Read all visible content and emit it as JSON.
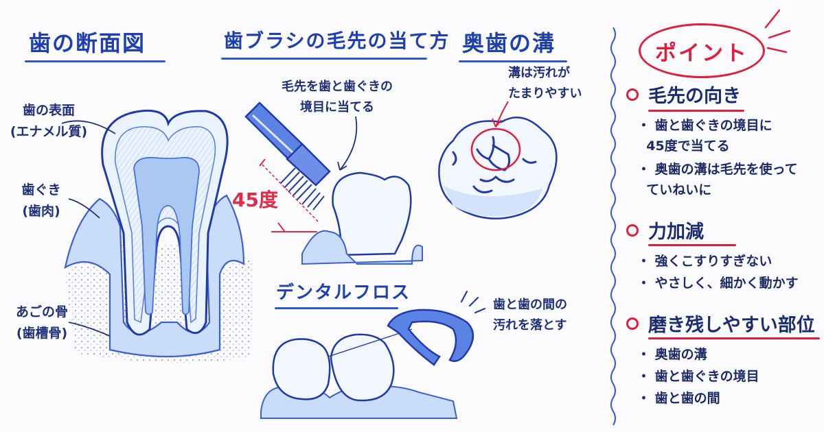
{
  "titles": {
    "tooth_cross_section": "歯の断面図",
    "brush_angle": "歯ブラシの毛先の当て方",
    "molar_groove": "奥歯の溝",
    "floss": "デンタルフロス"
  },
  "tooth_labels": {
    "enamel": "歯の表面\n(エナメル質)",
    "gum": "歯ぐき\n(歯肉)",
    "jawbone": "あごの骨\n(歯槽骨)"
  },
  "brush": {
    "note": "毛先を歯と歯ぐきの\n境目に当てる",
    "angle": "45度"
  },
  "molar": {
    "note": "溝は汚れが\nたまりやすい"
  },
  "floss": {
    "note": "歯と歯の間の\n汚れを落とす"
  },
  "points": {
    "header": "ポイント",
    "sections": [
      {
        "title": "毛先の向き",
        "bullets": [
          "・ 歯と歯ぐきの境目に\n  45度で当てる",
          "・ 奥歯の溝は毛先を使って\n  ていねいに"
        ]
      },
      {
        "title": "力加減",
        "bullets": [
          "・ 強くこすりすぎない",
          "・ やさしく、細かく動かす"
        ]
      },
      {
        "title": "磨き残しやすい部位",
        "bullets": [
          "・ 奥歯の溝",
          "・ 歯と歯ぐきの境目",
          "・ 歯と歯の間"
        ]
      }
    ]
  },
  "colors": {
    "ink": "#1d3fb0",
    "accent": "#e11d3c",
    "tooth_fill": "#eaf3fd",
    "pulp": "#a9c9f2",
    "gum": "#c9dcfa"
  }
}
